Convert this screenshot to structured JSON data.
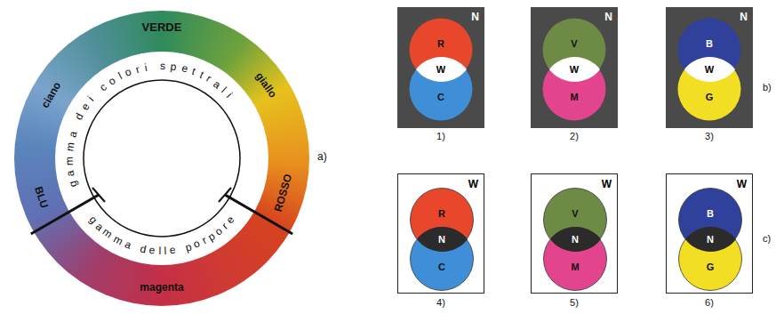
{
  "diagram": {
    "nodes": [
      {
        "text": [
          "N",
          "1)"
        ]
      },
      {
        "text": [
          "R"
        ],
        "in": 0
      },
      {
        "text": [
          "C"
        ],
        "in": 0
      },
      {
        "text": [
          "W"
        ],
        "in": 0
      },
      {
        "text": [
          "N",
          "2)"
        ]
      },
      {
        "text": [
          "V"
        ],
        "in": 4
      },
      {
        "text": [
          "M"
        ],
        "in": 4
      },
      {
        "text": [
          "W"
        ],
        "in": 4
      },
      {
        "text": [
          "N",
          "3)"
        ]
      },
      {
        "text": [
          "B"
        ],
        "in": 8
      },
      {
        "text": [
          "G"
        ],
        "in": 8
      },
      {
        "text": [
          "W"
        ],
        "in": 8
      },
      {
        "text": [
          "W",
          "4)"
        ]
      },
      {
        "text": [
          "R"
        ],
        "in": 12
      },
      {
        "text": [
          "C"
        ],
        "in": 12
      },
      {
        "text": [
          "N"
        ],
        "in": 12
      },
      {
        "text": [
          "W",
          "5)"
        ]
      },
      {
        "text": [
          "V"
        ],
        "in": 16
      },
      {
        "text": [
          "M"
        ],
        "in": 16
      },
      {
        "text": [
          "N"
        ],
        "in": 16
      },
      {
        "text": [
          "W",
          "6)"
        ]
      },
      {
        "text": [
          "B"
        ],
        "in": 20
      },
      {
        "text": [
          "G"
        ],
        "in": 20
      },
      {
        "text": [
          "N"
        ],
        "in": 20
      }
    ],
    "labels": [
      "VERDE",
      "giallo",
      "ROSSO",
      "magenta",
      "BLU",
      "ciano",
      "gamma dei colori spettrali",
      "gamma delle porpore",
      "a)",
      "b)",
      "c)"
    ]
  }
}
